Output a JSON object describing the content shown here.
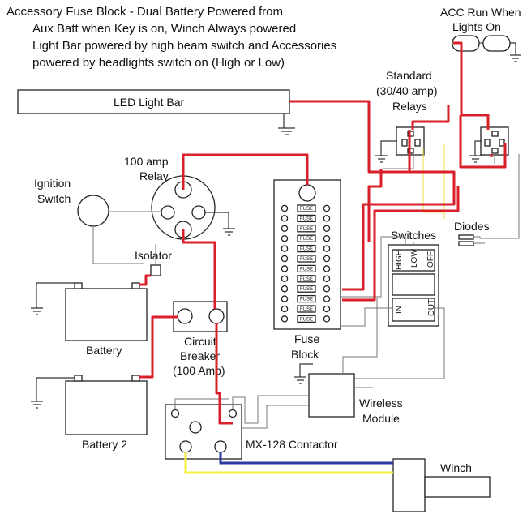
{
  "title_lines": [
    "Accessory Fuse Block - Dual Battery Powered from",
    "Aux Batt when Key is on, Winch Always powered",
    "Light Bar powered by high beam switch and Accessories",
    "powered by headlights switch on (High or Low)"
  ],
  "labels": {
    "acc_run_1": "ACC Run When",
    "acc_run_2": "Lights On",
    "led_light_bar": "LED Light Bar",
    "relays_1": "Standard",
    "relays_2": "(30/40 amp)",
    "relays_3": "Relays",
    "relay100_1": "100 amp",
    "relay100_2": "Relay",
    "ignition_1": "Ignition",
    "ignition_2": "Switch",
    "isolator": "Isolator",
    "battery": "Battery",
    "battery2": "Battery 2",
    "breaker_1": "Circuit",
    "breaker_2": "Breaker",
    "breaker_3": "(100 Amp)",
    "fuse_block_1": "Fuse",
    "fuse_block_2": "Block",
    "switches": "Switches",
    "diodes": "Diodes",
    "wireless_1": "Wireless",
    "wireless_2": "Module",
    "contactor": "MX-128 Contactor",
    "winch": "Winch",
    "sw_high": "HIGH",
    "sw_low": "LOW",
    "sw_off": "OFF",
    "sw_in": "IN",
    "sw_out": "OUT"
  },
  "fuse_text": "FUSE",
  "fuse_rows": 12,
  "colors": {
    "red_wire": "#d81f2a",
    "blue_wire": "#2b3a9c",
    "yellow_wire": "#f4ee3a",
    "line": "#333333"
  }
}
